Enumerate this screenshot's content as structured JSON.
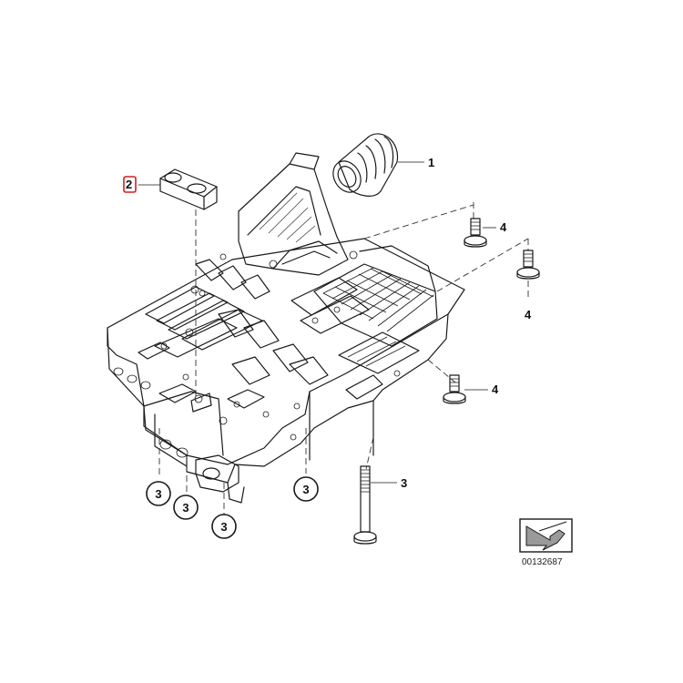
{
  "callouts": {
    "part_1": "1",
    "part_2": "2",
    "part_3_long_bolt": "3",
    "part_3_plug_a": "3",
    "part_3_plug_b": "3",
    "part_3_plug_c": "3",
    "part_3_plug_d": "3",
    "part_4_top": "4",
    "part_4_right": "4",
    "part_4_bottom": "4"
  },
  "reference_number": "00132687",
  "colors": {
    "highlight_box": "#d21f1f",
    "line": "#1a1a1a"
  },
  "icons": [
    "direction-arrow-icon"
  ]
}
